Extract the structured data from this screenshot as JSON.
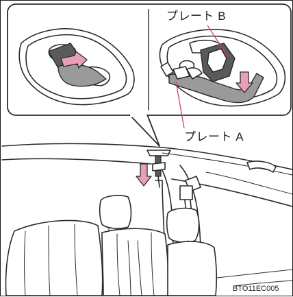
{
  "labels": {
    "plate_b": "プレート B",
    "plate_a": "プレート A",
    "figure_code": "BTO11EC005"
  },
  "colors": {
    "line": "#2a2a2a",
    "arrow_fill": "#e8a0b4",
    "leader": "#d63a7a",
    "belt": "#9a9a9a",
    "dark_part": "#5a5a5a"
  }
}
